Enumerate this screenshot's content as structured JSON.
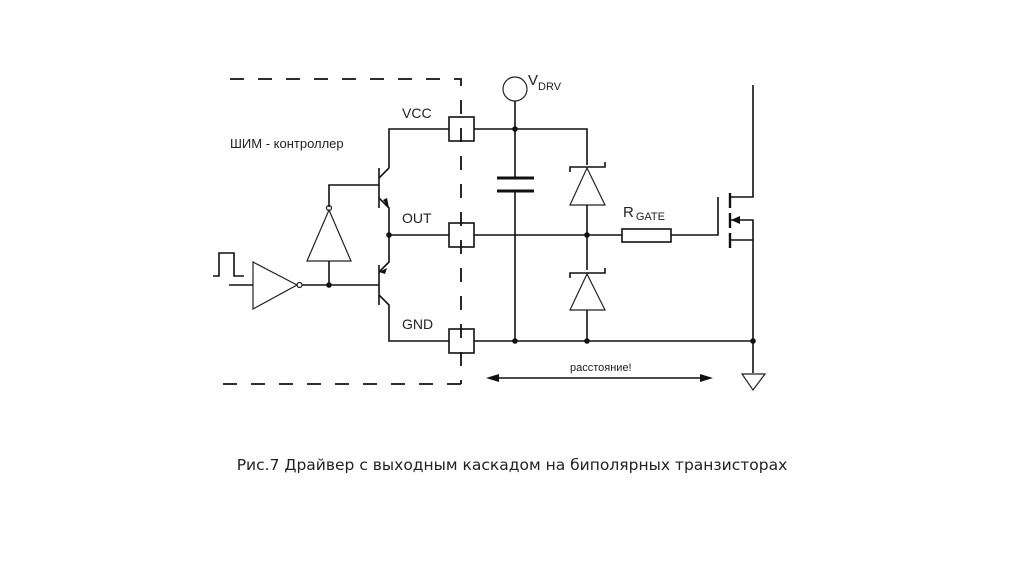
{
  "labels": {
    "controller": "ШИМ - контроллер",
    "vcc": "VCC",
    "out": "OUT",
    "gnd": "GND",
    "vdrv_main": "V",
    "vdrv_sub": "DRV",
    "rgate_main": "R",
    "rgate_sub": "GATE",
    "distance": "расстояние!"
  },
  "caption": "Рис.7 Драйвер с выходным каскадом на биполярных транзисторах"
}
